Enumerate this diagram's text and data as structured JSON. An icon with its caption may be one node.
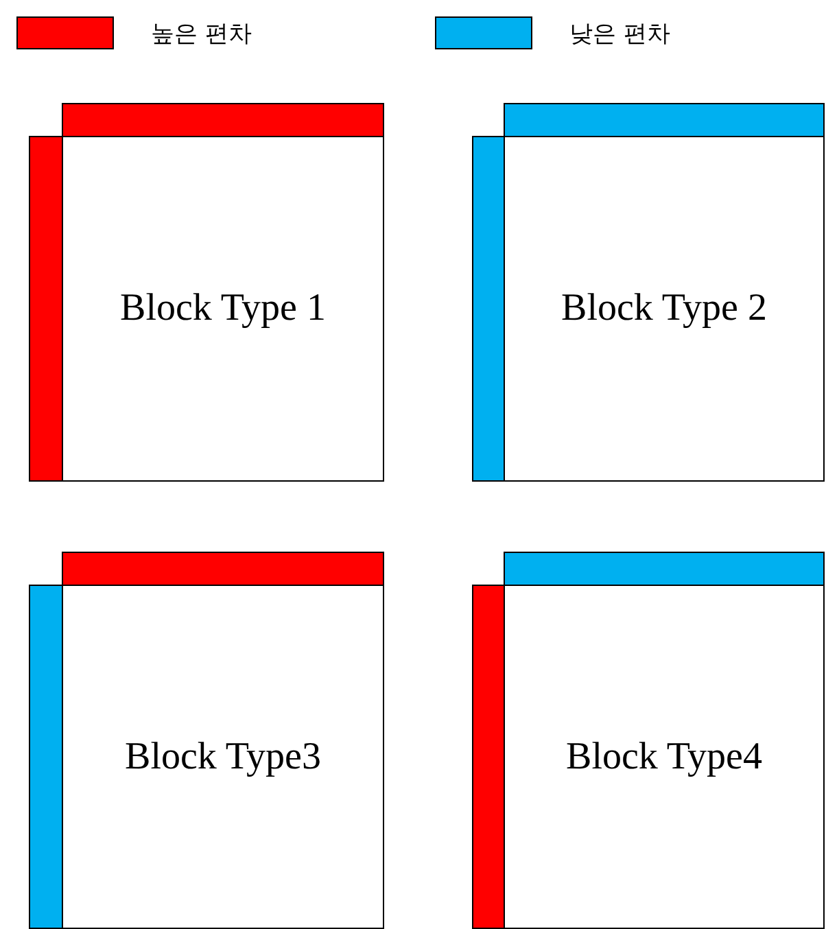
{
  "diagram": {
    "nodes": [
      {
        "text": [
          "Block Type 1"
        ]
      },
      {
        "text": [],
        "shape": "bar"
      },
      {
        "text": [],
        "shape": "bar"
      },
      {
        "text": [
          "Block Type 2"
        ]
      },
      {
        "text": [],
        "shape": "bar"
      },
      {
        "text": [],
        "shape": "bar"
      },
      {
        "text": [
          "Block Type3"
        ]
      },
      {
        "text": [],
        "shape": "bar"
      },
      {
        "text": [],
        "shape": "bar"
      },
      {
        "text": [
          "Block Type4"
        ]
      },
      {
        "text": [],
        "shape": "bar"
      },
      {
        "text": [],
        "shape": "bar"
      }
    ],
    "legend": [
      {
        "text": "높은 편차",
        "color": "#ff0000"
      },
      {
        "text": "낮은 편차",
        "color": "#00b0f0"
      }
    ]
  }
}
